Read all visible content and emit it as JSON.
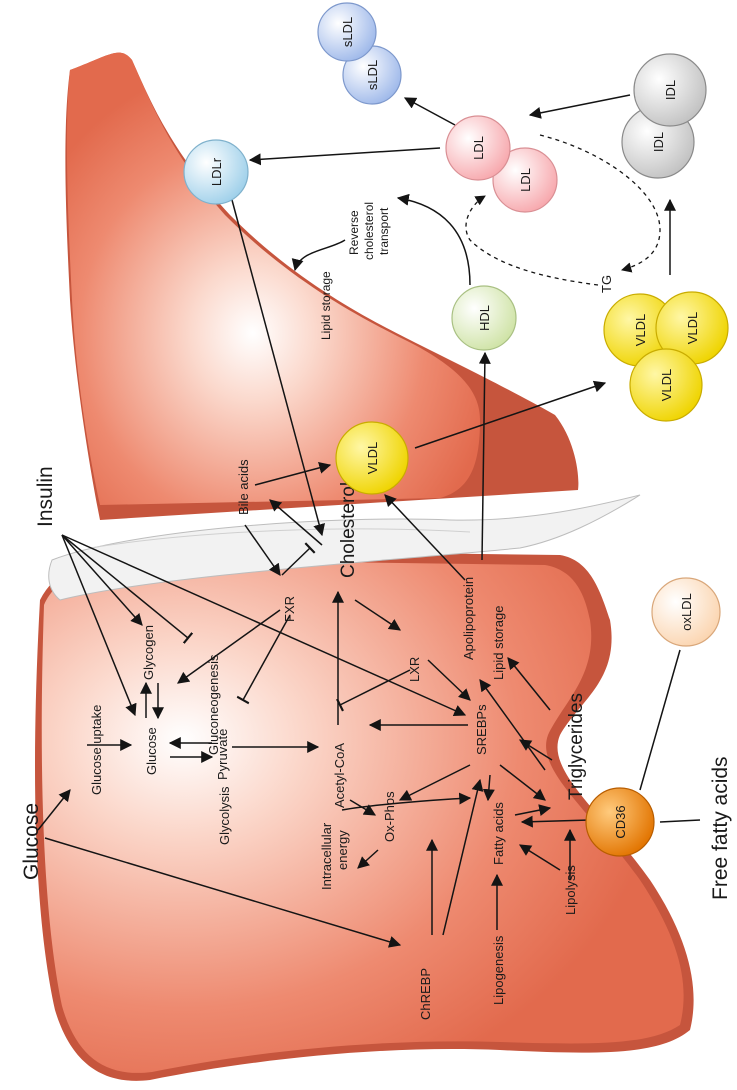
{
  "labels": {
    "glucose": "Glucose",
    "insulin": "Insulin",
    "free_fatty_acids": "Free fatty acids",
    "cholesterol": "Cholesterol",
    "triglycerides": "Triglycerides",
    "glucose_uptake": "Glucose uptake",
    "glucose_inner": "Glucose",
    "glycogen": "Glycogen",
    "gluconeogenesis": "Gluconeogenesis",
    "glycolysis": "Glycolysis",
    "pyruvate": "Pyruvate",
    "acetyl_coa": "Acetyl-CoA",
    "intracellular": "Intracellular",
    "energy": "energy",
    "ox_phos": "Ox-Phos",
    "fxr": "FXR",
    "lxr": "LXR",
    "srebps": "SREBPs",
    "chrebp": "ChREBP",
    "lipogenesis": "Lipogenesis",
    "fatty_acids": "Fatty acids",
    "lipolysis": "Lipolysis",
    "apolipoprotein": "Apolipoprotein",
    "lipid_storage_1": "Lipid storage",
    "lipid_storage_2": "Lipid storage",
    "bile_acids": "Bile acids",
    "reverse": "Reverse",
    "cholesterol_small": "cholesterol",
    "transport": "transport",
    "tg": "TG"
  },
  "particles": {
    "ldlr": "LDLr",
    "vldl": "VLDL",
    "hdl": "HDL",
    "ldl": "LDL",
    "sldl": "sLDL",
    "idl": "IDL",
    "cd36": "CD36",
    "oxldl": "oxLDL"
  },
  "colors": {
    "liver": "#ea7a5e",
    "liver_dark": "#c95b42",
    "liver_light": "#fde0d6",
    "ldlr": "#b7dcef",
    "vldl": "#f7e21b",
    "hdl": "#dbeaba",
    "ldl": "#fbc6c8",
    "sldl": "#b3c8ee",
    "idl": "#d8d8d8",
    "cd36": "#f28b1e",
    "oxldl": "#fde4cf"
  }
}
